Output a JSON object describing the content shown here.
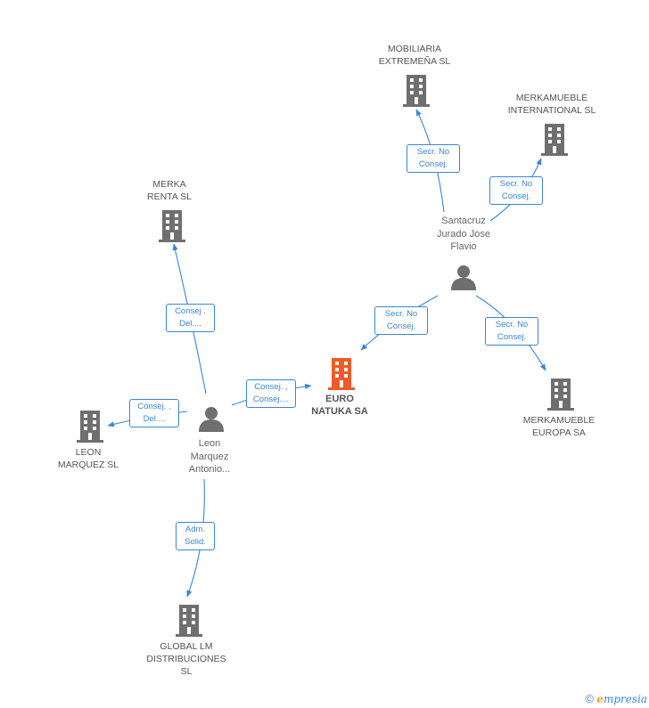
{
  "nodes": {
    "euro_natuka": {
      "label": "EURO\nNATUKA SA",
      "type": "company",
      "focus": true,
      "color": "#f05a28"
    },
    "mobiliaria": {
      "label": "MOBILIARIA\nEXTREMEÑA SL",
      "type": "company"
    },
    "merkamueble_int": {
      "label": "MERKAMUEBLE\nINTERNATIONAL SL",
      "type": "company"
    },
    "merka_renta": {
      "label": "MERKA\nRENTA SL",
      "type": "company"
    },
    "merkamueble_europa": {
      "label": "MERKAMUEBLE\nEUROPA SA",
      "type": "company"
    },
    "leon_marquez_sl": {
      "label": "LEON\nMARQUEZ SL",
      "type": "company"
    },
    "global_lm": {
      "label": "GLOBAL LM\nDISTRIBUCIONES\nSL",
      "type": "company"
    },
    "santacruz": {
      "label": "Santacruz\nJurado Jose\nFlavio",
      "type": "person"
    },
    "leon_marquez": {
      "label": "Leon\nMarquez\nAntonio...",
      "type": "person"
    }
  },
  "edges": {
    "santacruz_mobiliaria": "Secr.  No\nConsej.",
    "santacruz_merkamueble_int": "Secr.  No\nConsej.",
    "santacruz_euro": "Secr.  No\nConsej.",
    "santacruz_europa": "Secr.  No\nConsej.",
    "leon_merka_renta": "Consej .\nDel....",
    "leon_euro": "Consej. ,\nConsej....",
    "leon_leon_sl": "Consej. .\nDel....",
    "leon_global": "Adm.\nSolid."
  },
  "colors": {
    "edge": "#3a86d6",
    "company_icon": "#6f6f6f",
    "focus_icon": "#f05a28",
    "person_icon": "#6f6f6f"
  },
  "footer": {
    "copyright": "©",
    "brand_initial": "e",
    "brand_rest": "mpresia"
  }
}
